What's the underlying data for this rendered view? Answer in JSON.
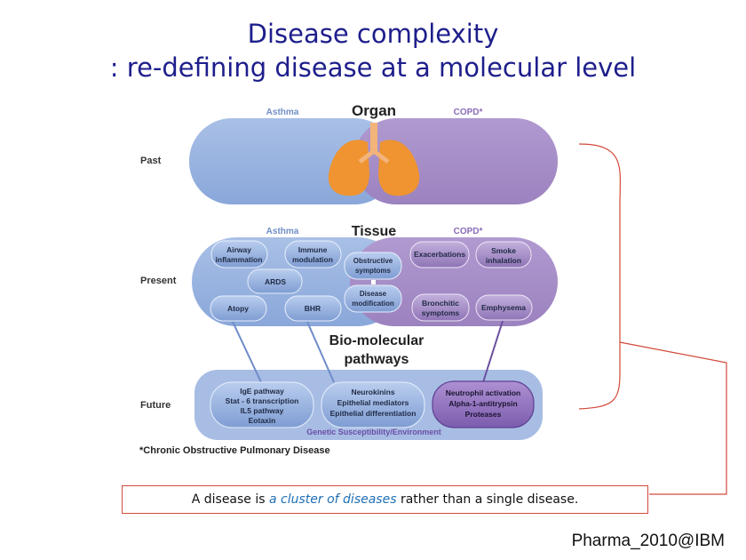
{
  "title_line1": "Disease complexity",
  "title_line2": ": re-defining disease at a molecular level",
  "rows": {
    "past": "Past",
    "present": "Present",
    "future": "Future"
  },
  "headers": {
    "organ": "Organ",
    "tissue": "Tissue",
    "biomolecular_1": "Bio-molecular",
    "biomolecular_2": "pathways",
    "asthma": "Asthma",
    "copd": "COPD*"
  },
  "asthma_tissue": {
    "airway_1": "Airway",
    "airway_2": "inflammation",
    "immune_1": "Immune",
    "immune_2": "modulation",
    "ards": "ARDS",
    "atopy": "Atopy",
    "bhr": "BHR"
  },
  "shared_tissue": {
    "obstructive_1": "Obstructive",
    "obstructive_2": "symptoms",
    "disease_1": "Disease",
    "disease_2": "modification"
  },
  "copd_tissue": {
    "exacerbations": "Exacerbations",
    "smoke_1": "Smoke",
    "smoke_2": "inhalation",
    "bronchitic_1": "Bronchitic",
    "bronchitic_2": "symptoms",
    "emphysema": "Emphysema"
  },
  "pathways": {
    "p1": [
      "IgE pathway",
      "Stat - 6 transcription",
      "IL5 pathway",
      "Eotaxin"
    ],
    "p2": [
      "Neurokinins",
      "Epithelial mediators",
      "Epithelial differentiation"
    ],
    "p3": [
      "Neutrophil activation",
      "Alpha-1-antitrypsin",
      "Proteases"
    ],
    "genetic": "Genetic Susceptibility/Environment"
  },
  "footnote": "*Chronic Obstructive Pulmonary Disease",
  "callout": {
    "before": "A disease is ",
    "emph": "a cluster of diseases",
    "after": " rather than a single disease."
  },
  "footer": "Pharma_2010@IBM",
  "colors": {
    "title": "#1e1e8c",
    "asthma_blue": "#92aedd",
    "copd_purple": "#a48cc6",
    "lung_orange": "#ef9430",
    "callout_red": "#d24a3a",
    "emphasis_blue": "#1f6fb5"
  }
}
